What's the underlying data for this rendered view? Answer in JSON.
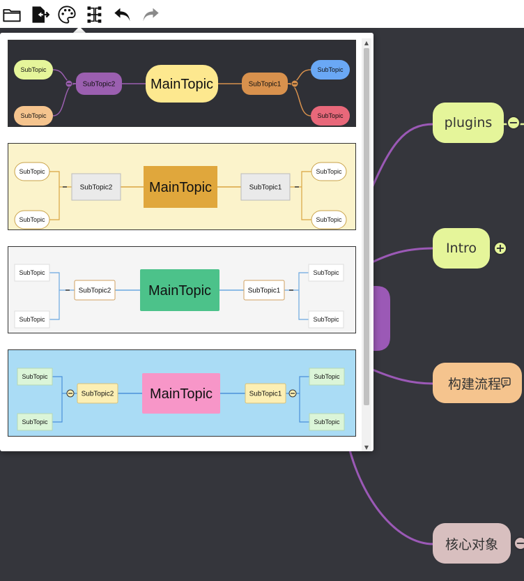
{
  "toolbar": {
    "buttons": [
      {
        "name": "open-folder-icon"
      },
      {
        "name": "export-file-icon"
      },
      {
        "name": "palette-icon"
      },
      {
        "name": "structure-icon"
      },
      {
        "name": "undo-icon"
      },
      {
        "name": "redo-icon"
      }
    ]
  },
  "canvas": {
    "background": "#35363c",
    "edge_color": "#9b59b6",
    "nodes": [
      {
        "label": "plugins",
        "color": "#e5f59a"
      },
      {
        "label": "Intro",
        "color": "#e5f59a"
      },
      {
        "label": "构建流程",
        "color": "#f5c48e"
      },
      {
        "label": "核心对象",
        "color": "#d8bfbf"
      }
    ]
  },
  "theme_picker": {
    "themes": [
      {
        "bg": "#2f3036",
        "main": {
          "label": "MainTopic",
          "color": "#fde88f",
          "text": "#111111"
        },
        "left_sub": {
          "label": "SubTopic2",
          "color": "#9b5fb0",
          "text": "#111111"
        },
        "right_sub": {
          "label": "SubTopic1",
          "color": "#d8914d",
          "text": "#111111"
        },
        "left_leaves": [
          {
            "label": "SubTopic",
            "color": "#e5f59a"
          },
          {
            "label": "SubTopic",
            "color": "#f5c48e"
          }
        ],
        "right_leaves": [
          {
            "label": "SubTopic",
            "color": "#6aa8f5"
          },
          {
            "label": "SubTopic",
            "color": "#e8687a"
          }
        ]
      },
      {
        "bg": "#fbf3cb",
        "main": {
          "label": "MainTopic",
          "color": "#e0a73c",
          "text": "#111111"
        },
        "left_sub": {
          "label": "SubTopic2",
          "color": "#eaeaea",
          "text": "#111111"
        },
        "right_sub": {
          "label": "SubTopic1",
          "color": "#eaeaea",
          "text": "#111111"
        },
        "left_leaves": [
          {
            "label": "SubTopic",
            "color": "#ffffff"
          },
          {
            "label": "SubTopic",
            "color": "#ffffff"
          }
        ],
        "right_leaves": [
          {
            "label": "SubTopic",
            "color": "#ffffff"
          },
          {
            "label": "SubTopic",
            "color": "#ffffff"
          }
        ]
      },
      {
        "bg": "#f5f5f5",
        "main": {
          "label": "MainTopic",
          "color": "#4cc28a",
          "text": "#111111"
        },
        "left_sub": {
          "label": "SubTopic2",
          "color": "#ffffff",
          "text": "#111111"
        },
        "right_sub": {
          "label": "SubTopic1",
          "color": "#ffffff",
          "text": "#111111"
        },
        "left_leaves": [
          {
            "label": "SubTopic",
            "color": "#ffffff"
          },
          {
            "label": "SubTopic",
            "color": "#ffffff"
          }
        ],
        "right_leaves": [
          {
            "label": "SubTopic",
            "color": "#ffffff"
          },
          {
            "label": "SubTopic",
            "color": "#ffffff"
          }
        ]
      },
      {
        "bg": "#aadcf5",
        "main": {
          "label": "MainTopic",
          "color": "#f796c8",
          "text": "#111111"
        },
        "left_sub": {
          "label": "SubTopic2",
          "color": "#fcefb4",
          "text": "#111111"
        },
        "right_sub": {
          "label": "SubTopic1",
          "color": "#fcefb4",
          "text": "#111111"
        },
        "left_leaves": [
          {
            "label": "SubTopic",
            "color": "#dbf5d8"
          },
          {
            "label": "SubTopic",
            "color": "#dbf5d8"
          }
        ],
        "right_leaves": [
          {
            "label": "SubTopic",
            "color": "#dbf5d8"
          },
          {
            "label": "SubTopic",
            "color": "#dbf5d8"
          }
        ]
      }
    ]
  }
}
